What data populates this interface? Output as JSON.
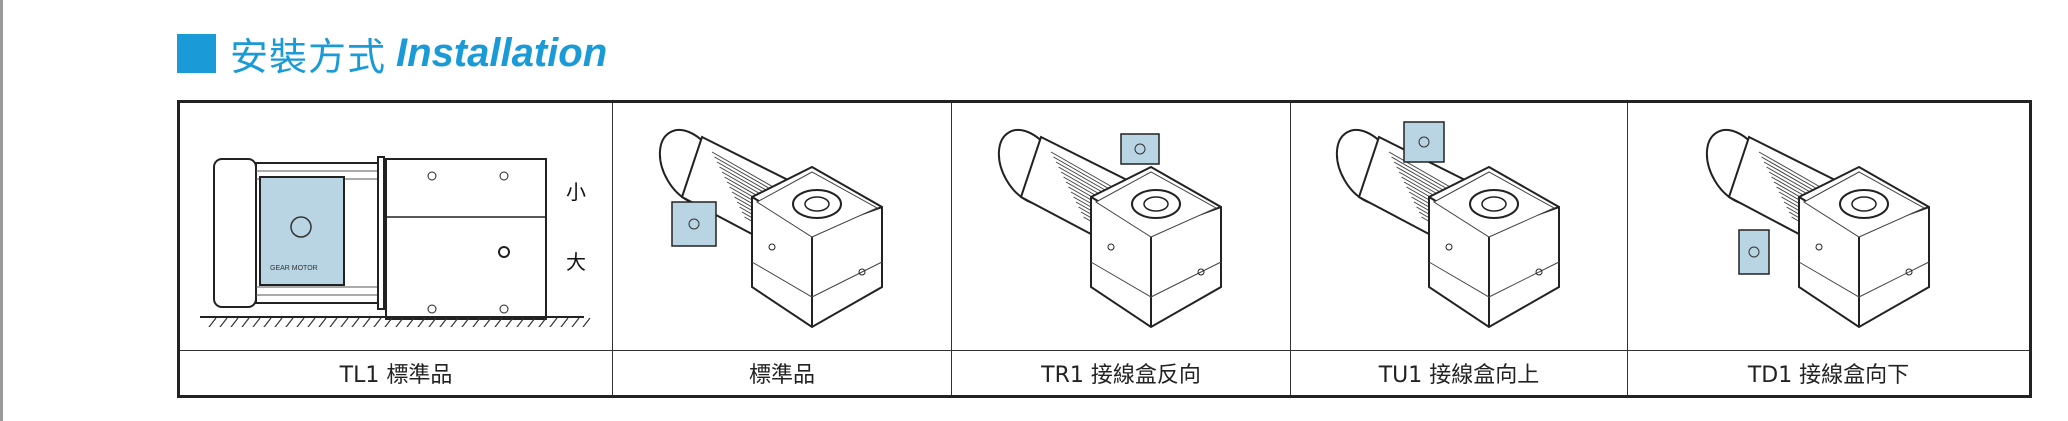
{
  "title": {
    "zh": "安裝方式",
    "en": "Installation"
  },
  "accent": "#1a9ad6",
  "junction_box_color": "#b9d4e2",
  "diagram_marks": {
    "small": "小",
    "large": "大",
    "plate_text": "GEAR MOTOR"
  },
  "columns": [
    {
      "label": "TL1 標準品",
      "box": "side"
    },
    {
      "label": "標準品",
      "box": "left"
    },
    {
      "label": "TR1 接線盒反向",
      "box": "right"
    },
    {
      "label": "TU1 接線盒向上",
      "box": "up"
    },
    {
      "label": "TD1 接線盒向下",
      "box": "down"
    }
  ]
}
